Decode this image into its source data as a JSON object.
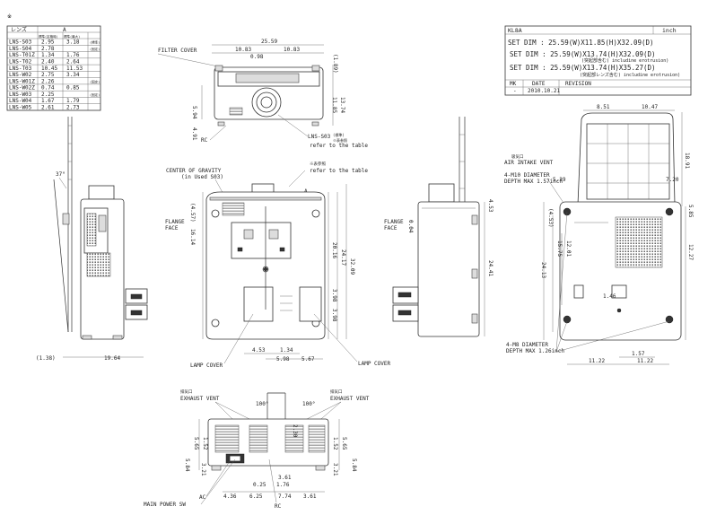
{
  "note_symbol": "※",
  "lens_table": {
    "header": [
      "レンズ",
      "A",
      ""
    ],
    "subheader": [
      "",
      "標準(定格時)",
      "標準(最大)"
    ],
    "rows": [
      [
        "LNS-S03",
        "2.95",
        "3.18",
        "(標準)"
      ],
      [
        "LNS-S04",
        "2.78",
        "",
        "(固定)"
      ],
      [
        "LNS-T01Z",
        "1.34",
        "1.76",
        ""
      ],
      [
        "LNS-T02",
        "2.40",
        "2.64",
        ""
      ],
      [
        "LNS-T03",
        "10.45",
        "11.53",
        ""
      ],
      [
        "LNS-W02",
        "2.75",
        "3.34",
        ""
      ],
      [
        "LNS-W01Z",
        "2.26",
        "",
        "(固定)"
      ],
      [
        "LNS-W02Z",
        "0.74",
        "0.85",
        ""
      ],
      [
        "LNS-W03",
        "2.25",
        "",
        "(固定)"
      ],
      [
        "LNS-W04",
        "1.67",
        "1.79",
        ""
      ],
      [
        "LNS-W05",
        "2.61",
        "2.73",
        ""
      ]
    ]
  },
  "title_block": {
    "model": "KL8A",
    "unit": "inch",
    "line1": "SET DIM : 25.59(W)X11.85(H)X32.09(D)",
    "line2": "SET DIM : 25.59(W)X13.74(H)X32.09(D)",
    "line2_sub": "(突起部含む) includine erotrusion)",
    "line3": "SET DIM : 25.59(W)X13.74(H)X35.27(D)",
    "line3_sub": "(突起部レンズ含む) includine erotrusion)",
    "rev_headers": [
      "MK",
      "DATE",
      "REVISION"
    ],
    "rev_row": [
      "-",
      "2010.10.21",
      ""
    ]
  },
  "front_view": {
    "dim_top": "25.59",
    "dim_half_left": "10.83",
    "dim_half_right": "10.83",
    "dim_small": "0.98",
    "dim_side": "(1.89)",
    "dim_left1": "5.94",
    "dim_left2": "4.91",
    "dim_right1": "11.85",
    "dim_right2": "13.74",
    "filter_cover": "FILTER COVER",
    "rc": "RC",
    "lens_label": "LNS-S03",
    "lens_tag": "(標準)",
    "refer_jp": "※表参照",
    "refer_en": "refer to the table"
  },
  "bottom_view": {
    "refer_jp": "※表参照",
    "refer_en": "refer to the table",
    "cog": "CENTER OF GRAVITY",
    "cog_sub": "(in Used S03)",
    "marker_a": "A",
    "flange": "FLANGE",
    "face": "FACE",
    "dim_457": "(4.57)",
    "dim_1614": "16.14",
    "dim_2016": "20.16",
    "dim_2417": "24.17",
    "dim_3209": "32.09",
    "dim_398a": "3.98",
    "dim_398b": "3.98",
    "dim_453": "4.53",
    "dim_134": "1.34",
    "dim_598": "5.98",
    "dim_567": "5.67",
    "lamp_left": "LAMP COVER",
    "lamp_right": "LAMP COVER"
  },
  "left_side": {
    "angle": "37°",
    "dim_138": "(1.38)",
    "dim_1964": "19.64"
  },
  "right_side": {
    "flange": "FLANGE",
    "face": "FACE",
    "dim_004": "0.04",
    "dim_453": "4.53",
    "dim_2441": "24.41"
  },
  "top_view": {
    "dim_851": "8.51",
    "dim_1047": "10.47",
    "dim_1891": "18.91",
    "air_jp": "吸気口",
    "air_en": "AIR INTAKE VENT",
    "m10_a": "4-M10 DIAMETER",
    "m10_b": "DEPTH MAX 1.57inch",
    "dim_539": "5.39",
    "dim_720": "7.20",
    "dim_453": "(4.53)",
    "dim_585": "5.85",
    "dim_1575": "15.75",
    "dim_1201": "12.01",
    "dim_2413": "24.13",
    "dim_1227": "12.27",
    "dim_146": "1.46",
    "m8_a": "4-M8 DIAMETER",
    "m8_b": "DEPTH MAX 1.26inch",
    "dim_157": "1.57",
    "dim_1122a": "11.22",
    "dim_1122b": "11.22"
  },
  "rear_view": {
    "exhaust_jp_l": "排気口",
    "exhaust_en_l": "EXHAUST VENT",
    "exhaust_jp_r": "排気口",
    "exhaust_en_r": "EXHAUST VENT",
    "angle_l": "100°",
    "angle_r": "100°",
    "dim_565l": "5.65",
    "dim_152l": "1.52",
    "dim_584l": "5.84",
    "dim_321l": "3.21",
    "dim_230": "2.30",
    "dim_565r": "5.65",
    "dim_152r": "1.52",
    "dim_584r": "5.84",
    "dim_321r": "3.21",
    "dim_361a": "3.61",
    "dim_025": "0.25",
    "dim_176": "1.76",
    "dim_436": "4.36",
    "dim_625": "6.25",
    "dim_774": "7.74",
    "dim_361b": "3.61",
    "ac": "AC",
    "main_power": "MAIN POWER SW",
    "rc": "RC"
  }
}
